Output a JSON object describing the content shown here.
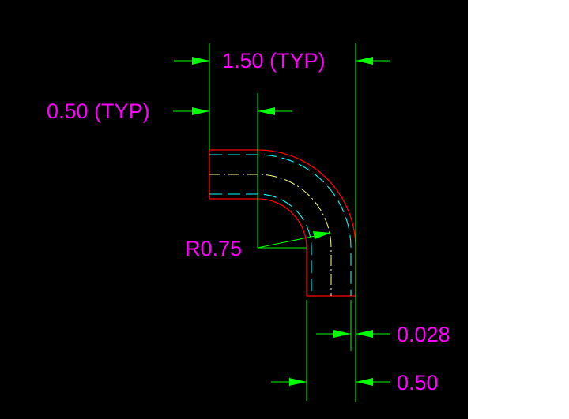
{
  "drawing": {
    "background_color": "#000000",
    "canvas_color": "#ffffff",
    "dimension_text_color": "#ff00ff",
    "dimension_line_color": "#00ff00",
    "outline_color": "#ff0000",
    "hidden_line_color": "#00ffff",
    "centerline_color": "#ffff00"
  },
  "dimensions": {
    "overall_width": "1.50 (TYP)",
    "straight_length": "0.50 (TYP)",
    "bend_radius": "R0.75",
    "wall_thickness": "0.028",
    "tube_diameter": "0.50"
  }
}
